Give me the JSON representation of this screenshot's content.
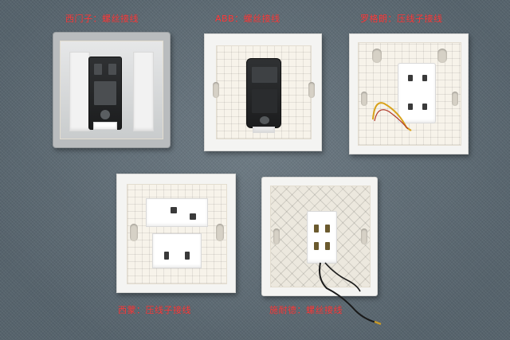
{
  "captions": {
    "top_left": "西门子：螺丝接线",
    "top_center": "ABB：螺丝接线",
    "top_right": "罗格朗：压线子接线",
    "bottom_left": "西蒙：压线子接线",
    "bottom_right": "施耐德：螺丝接线"
  },
  "colors": {
    "caption": "#ff3b3b",
    "backdrop": "#5d6a73",
    "plate": "#f4f4f2",
    "grey_plate": "#b9bcbe",
    "module": "#1f2021"
  }
}
